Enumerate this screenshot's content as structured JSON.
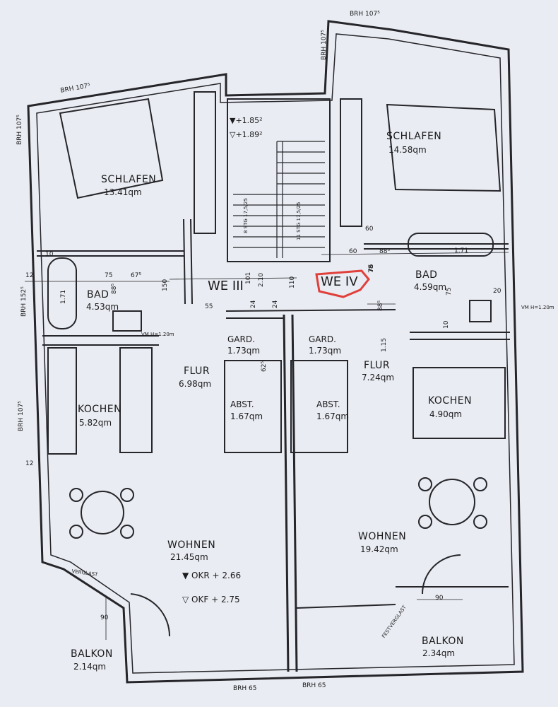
{
  "colors": {
    "paper": "#e9ecf2",
    "line": "#25252a",
    "highlight": "#e0403c",
    "outer": "#8a8f98"
  },
  "labels": {
    "brh_top_left": "BRH 107⁵",
    "brh_left": "BRH 107⁵",
    "brh_top_right": "BRH 107⁵",
    "brh_right_top": "BRH 107⁵",
    "brh_left_mid": "BRH 107⁵",
    "brh_bottom_1": "BRH 65",
    "brh_bottom_2": "BRH 65",
    "brh_left_bad": "BRH 152⁵",
    "level_1": "▼+1.85²",
    "level_2": "▽+1.89²",
    "stair_left": "8 STG 17,5/25",
    "stair_right": "11 STG 17,5/25",
    "unit_left": "WE III",
    "unit_right": "WE IV",
    "vm_left": "VM H=1.20m",
    "vm_right": "VM H=1.20m",
    "verglast": "VERGLAST",
    "festverglast": "FESTVERGLAST",
    "okr": "▼ OKR + 2.66",
    "okf": "▽ OKF + 2.75"
  },
  "rooms": {
    "schlafen_left": {
      "name": "SCHLAFEN",
      "area": "13.41qm"
    },
    "schlafen_right": {
      "name": "SCHLAFEN",
      "area": "14.58qm"
    },
    "bad_left": {
      "name": "BAD",
      "area": "4.53qm"
    },
    "bad_right": {
      "name": "BAD",
      "area": "4.59qm"
    },
    "kochen_left": {
      "name": "KOCHEN",
      "area": "5.82qm"
    },
    "kochen_right": {
      "name": "KOCHEN",
      "area": "4.90qm"
    },
    "flur_left": {
      "name": "FLUR",
      "area": "6.98qm"
    },
    "flur_right": {
      "name": "FLUR",
      "area": "7.24qm"
    },
    "gard_left": {
      "name": "GARD.",
      "area": "1.73qm"
    },
    "gard_right": {
      "name": "GARD.",
      "area": "1.73qm"
    },
    "abst_left": {
      "name": "ABST.",
      "area": "1.67qm"
    },
    "abst_right": {
      "name": "ABST.",
      "area": "1.67qm"
    },
    "wohnen_left": {
      "name": "WOHNEN",
      "area": "21.45qm"
    },
    "wohnen_right": {
      "name": "WOHNEN",
      "area": "19.42qm"
    },
    "balkon_left": {
      "name": "BALKON",
      "area": "2.14qm"
    },
    "balkon_right": {
      "name": "BALKON",
      "area": "2.34qm"
    }
  },
  "dims": {
    "d1": "12",
    "d2": "10",
    "d3": "75",
    "d4": "67⁵",
    "d5": "88⁵",
    "d6": "1.71",
    "d7": "55",
    "d8": "60",
    "d9": "101",
    "d10": "2.10",
    "d11": "110",
    "d12": "24",
    "d13": "76",
    "d14": "88⁵",
    "d15": "1.71",
    "d16": "90",
    "d17": "90",
    "d18": "1.15",
    "d19": "62⁵",
    "d20": "88⁵",
    "d21": "24",
    "d22": "60",
    "d23": "78",
    "d24": "150",
    "d25": "20",
    "d26": "75",
    "d27": "10",
    "d28": "12"
  }
}
